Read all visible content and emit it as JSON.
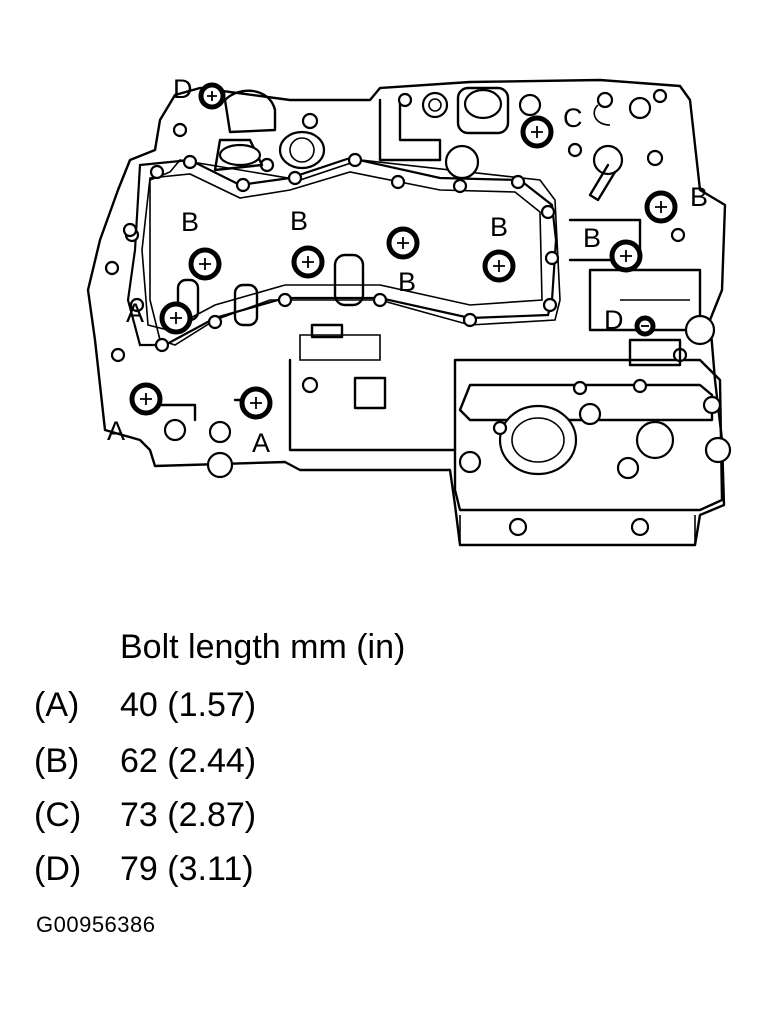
{
  "diagram": {
    "callouts": [
      {
        "letter": "D"
      },
      {
        "letter": "C"
      },
      {
        "letter": "B"
      },
      {
        "letter": "B"
      },
      {
        "letter": "B"
      },
      {
        "letter": "B"
      },
      {
        "letter": "B"
      },
      {
        "letter": "B"
      },
      {
        "letter": "A"
      },
      {
        "letter": "A"
      },
      {
        "letter": "A"
      },
      {
        "letter": "D"
      }
    ]
  },
  "legend": {
    "title": "Bolt length mm (in)",
    "rows": [
      {
        "key": "(A)",
        "value": "40 (1.57)"
      },
      {
        "key": "(B)",
        "value": "62 (2.44)"
      },
      {
        "key": "(C)",
        "value": "73 (2.87)"
      },
      {
        "key": "(D)",
        "value": "79 (3.11)"
      }
    ]
  },
  "figure_id": "G00956386"
}
